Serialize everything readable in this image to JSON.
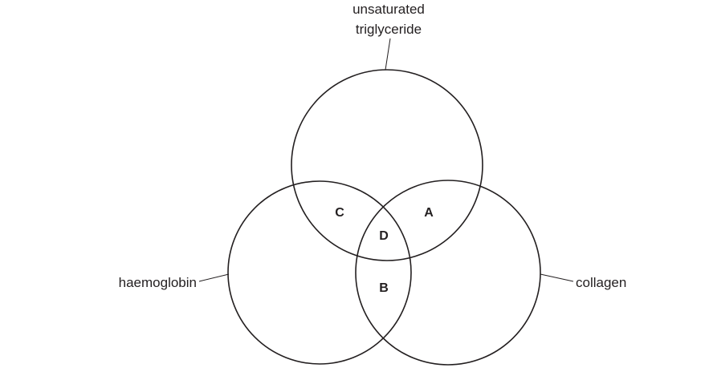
{
  "sets": {
    "top": {
      "label_line1": "unsaturated",
      "label_line2": "triglyceride"
    },
    "left": {
      "label": "haemoglobin"
    },
    "right": {
      "label": "collagen"
    }
  },
  "regions": {
    "a": "A",
    "b": "B",
    "c": "C",
    "d": "D"
  }
}
